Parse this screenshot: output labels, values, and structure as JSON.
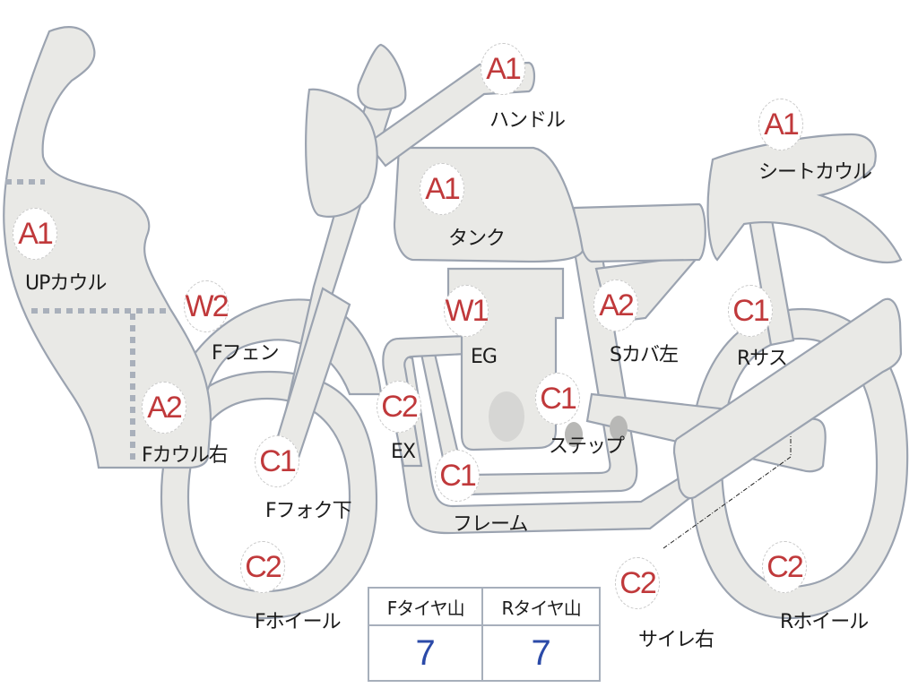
{
  "diagram": {
    "title": "Motorcycle parts damage ranking diagram",
    "colors": {
      "rank": "#c0393b",
      "label": "#1b1b1b",
      "part_fill": "#e9e9e6",
      "outline": "#9ba3b0",
      "value": "#2b4aa8"
    }
  },
  "parts": [
    {
      "id": "up-cowl",
      "rank": "A1",
      "label": "UPカウル"
    },
    {
      "id": "handle",
      "rank": "A1",
      "label": "ハンドル"
    },
    {
      "id": "tank",
      "rank": "A1",
      "label": "タンク"
    },
    {
      "id": "seat-cowl",
      "rank": "A1",
      "label": "シートカウル"
    },
    {
      "id": "f-fender",
      "rank": "W2",
      "label": "Fフェン"
    },
    {
      "id": "engine",
      "rank": "W1",
      "label": "EG"
    },
    {
      "id": "side-cover-left",
      "rank": "A2",
      "label": "Sカバ左"
    },
    {
      "id": "r-suspension",
      "rank": "C1",
      "label": "Rサス"
    },
    {
      "id": "f-cowl-right",
      "rank": "A2",
      "label": "Fカウル右"
    },
    {
      "id": "exhaust",
      "rank": "C2",
      "label": "EX"
    },
    {
      "id": "step",
      "rank": "C1",
      "label": "ステップ"
    },
    {
      "id": "f-fork-lower",
      "rank": "C1",
      "label": "Fフォク下"
    },
    {
      "id": "frame",
      "rank": "C1",
      "label": "フレーム"
    },
    {
      "id": "f-wheel",
      "rank": "C2",
      "label": "Fホイール"
    },
    {
      "id": "silencer-right",
      "rank": "C2",
      "label": "サイレ右"
    },
    {
      "id": "r-wheel",
      "rank": "C2",
      "label": "Rホイール"
    }
  ],
  "tread_table": {
    "headers": [
      "Fタイヤ山",
      "Rタイヤ山"
    ],
    "values": [
      "7",
      "7"
    ]
  }
}
